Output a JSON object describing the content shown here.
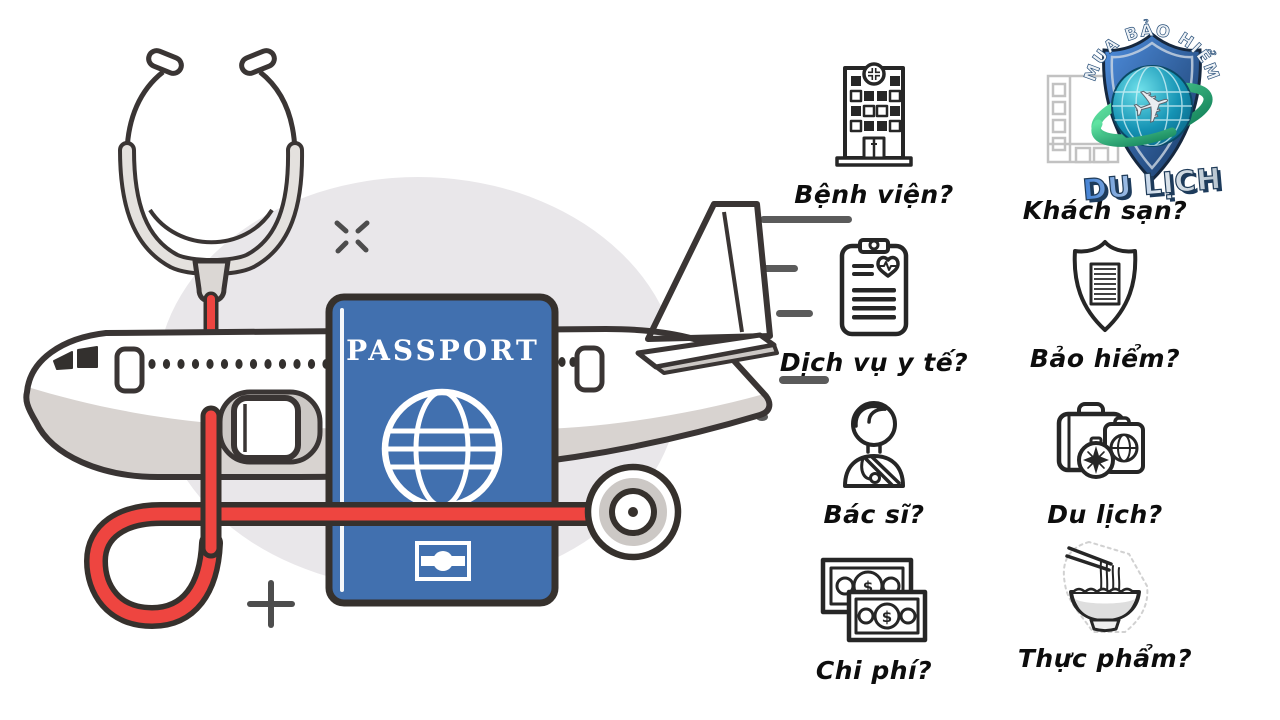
{
  "canvas": {
    "background": "#ffffff"
  },
  "illustration": {
    "name": "travel-medicine-collage",
    "passport_label": "PASSPORT",
    "colors": {
      "passport_blue": "#4170af",
      "stethoscope_red": "#ee4540",
      "outline_dark": "#36312d",
      "backdrop_gray": "#e9e7ea",
      "plane_belly_gray": "#d8d3d0"
    }
  },
  "logo": {
    "top_text": "MUA BẢO HIỂM",
    "bottom_text": "DU LỊCH",
    "colors": {
      "shield_blue": "#2f6bbd",
      "globe_teal": "#1593b4",
      "ring_green": "#2fbd7f",
      "metal_silver": "#dfe7ee"
    }
  },
  "questions": {
    "column_left": [
      {
        "icon": "hospital-icon",
        "label": "Bệnh viện?"
      },
      {
        "icon": "medical-report-icon",
        "label": "Dịch vụ y tế?"
      },
      {
        "icon": "doctor-icon",
        "label": "Bác sĩ?"
      },
      {
        "icon": "money-icon",
        "label": "Chi phí?"
      }
    ],
    "column_right": [
      {
        "icon": "hotel-icon",
        "label": "Khách sạn?"
      },
      {
        "icon": "insurance-shield-icon",
        "label": "Bảo hiểm?"
      },
      {
        "icon": "luggage-icon",
        "label": "Du lịch?"
      },
      {
        "icon": "noodle-bowl-icon",
        "label": "Thực phẩm?"
      }
    ]
  }
}
